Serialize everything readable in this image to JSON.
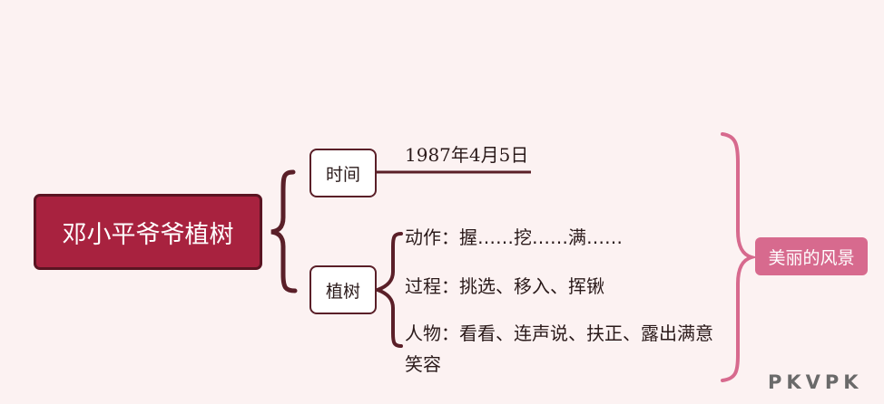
{
  "root": {
    "label": "邓小平爷爷植树"
  },
  "branches": [
    {
      "label": "时间",
      "leaves": [
        "1987年4月5日"
      ]
    },
    {
      "label": "植树",
      "leaves": [
        "动作：握……挖……满……",
        "过程：挑选、移入、挥锹",
        "人物：看看、连声说、扶正、露出满意笑容"
      ]
    }
  ],
  "summary": {
    "label": "美丽的风景"
  },
  "watermark": "PKVPK",
  "colors": {
    "root_fill": "#a8223f",
    "connector": "#5a1f28",
    "summary_brace": "#d76a8e",
    "background": "#fcf2f2"
  }
}
